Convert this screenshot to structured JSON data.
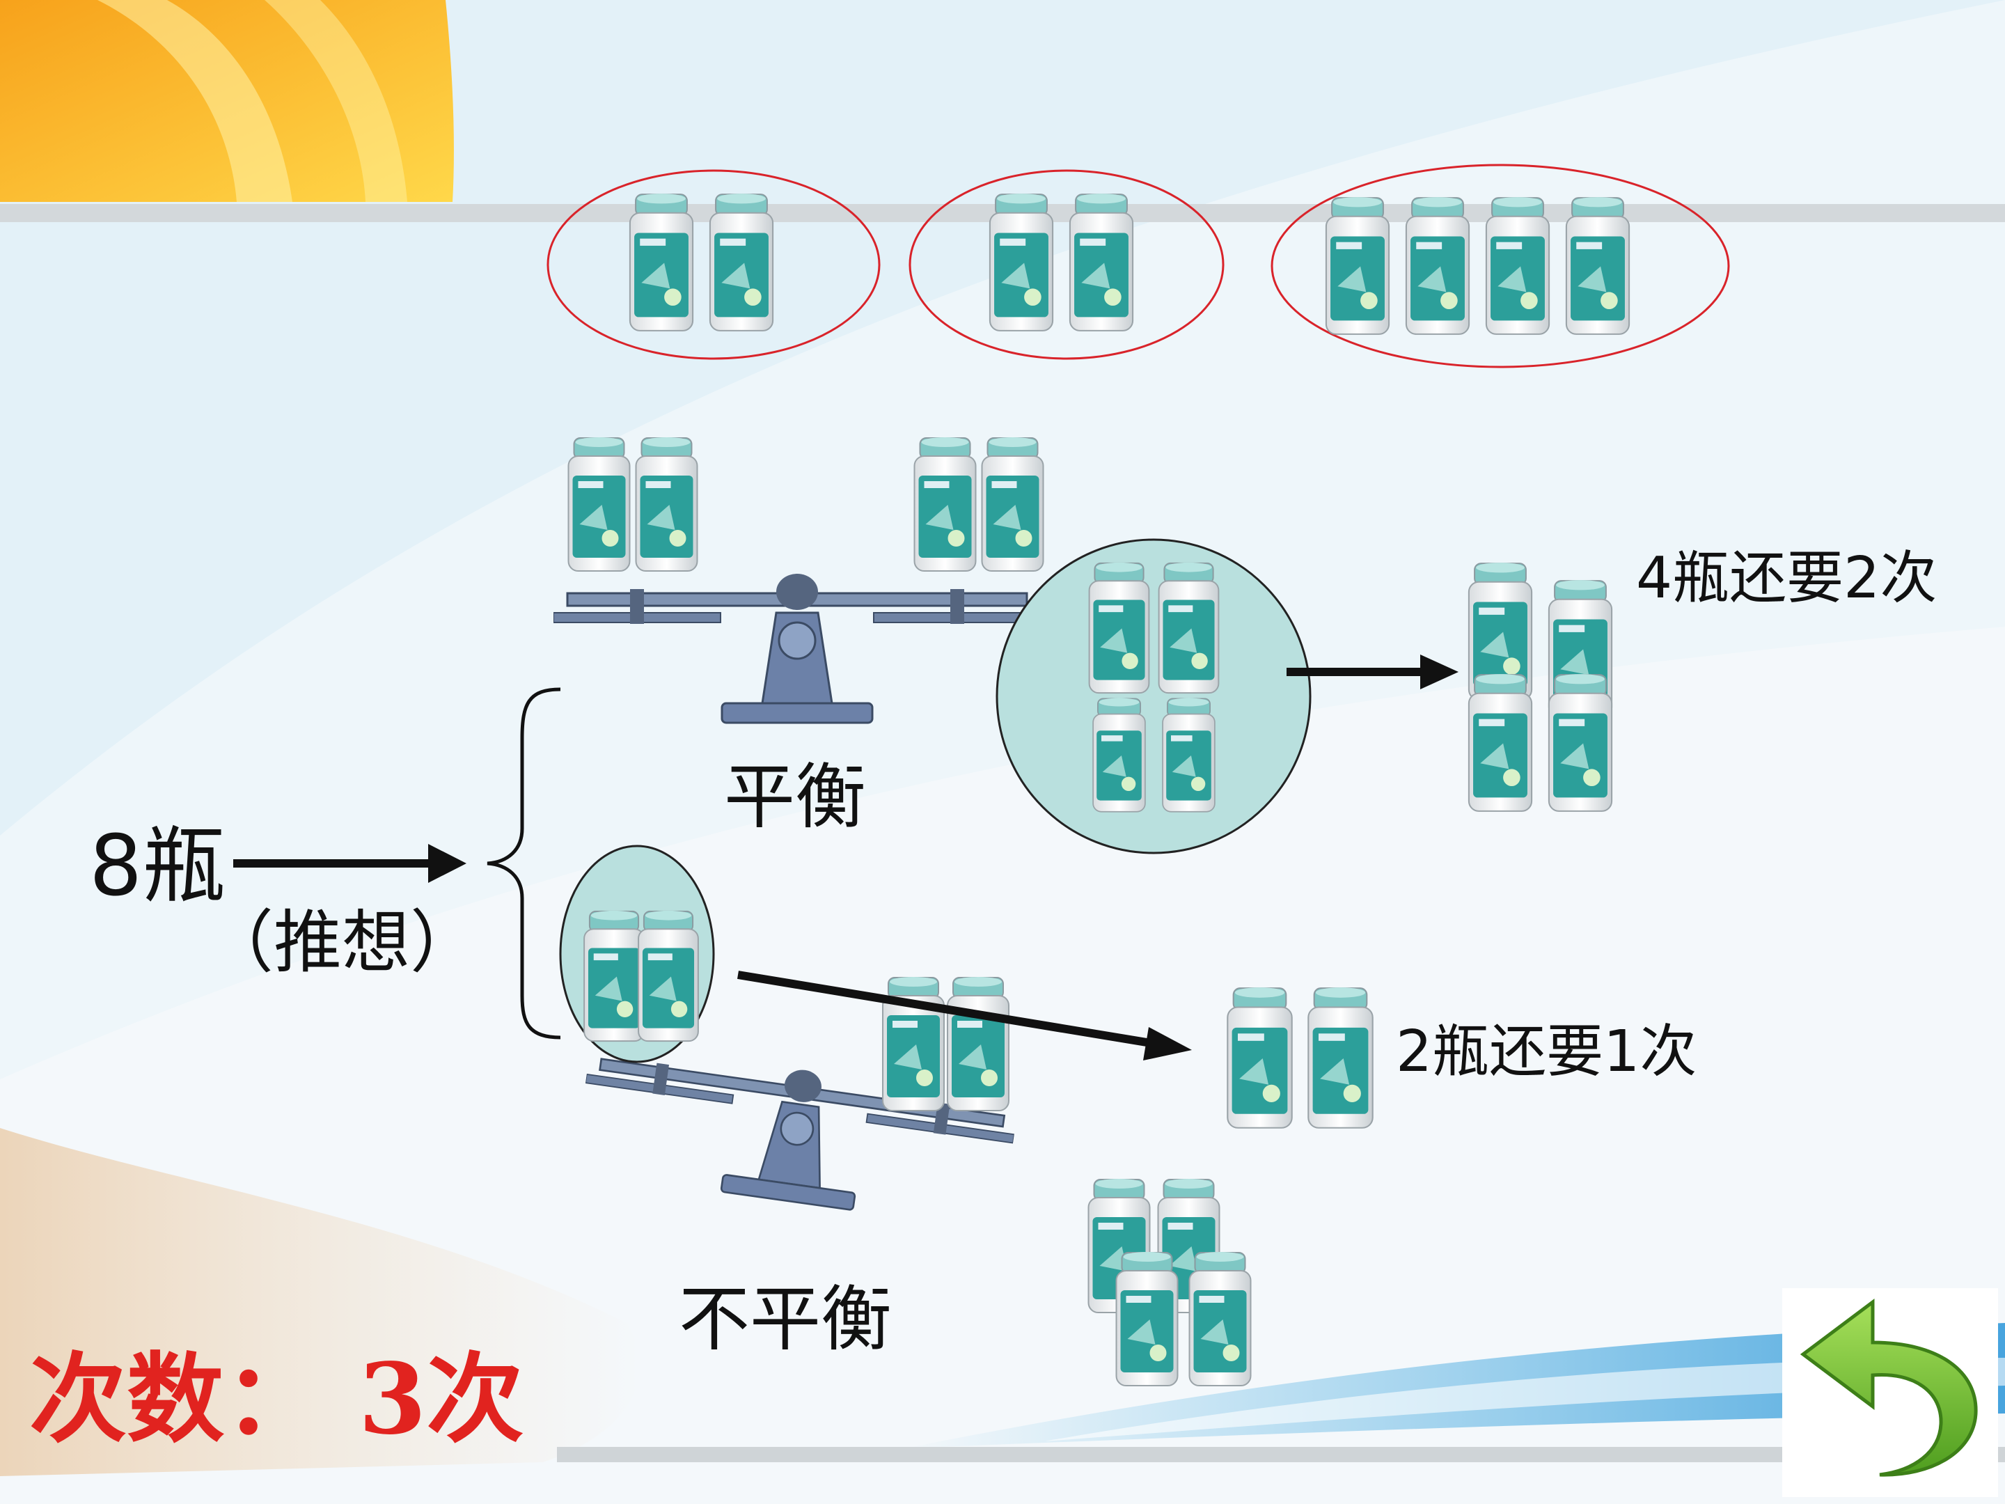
{
  "labels": {
    "total": "8瓶",
    "guess": "（推想）",
    "balanced": "平衡",
    "unbalanced": "不平衡",
    "four_result": "4瓶还要2次",
    "two_result": "2瓶还要1次",
    "count_label": "次数：",
    "count_value": "3次"
  },
  "icons": {
    "bottle": "bottle-icon",
    "scale": "balance-scale-icon",
    "back": "back-arrow-icon"
  },
  "colors": {
    "background": "#e3f1f8",
    "accent_red": "#e1231f",
    "group_circle": "#b9e0de",
    "back_arrow": "#6fbf2a"
  }
}
